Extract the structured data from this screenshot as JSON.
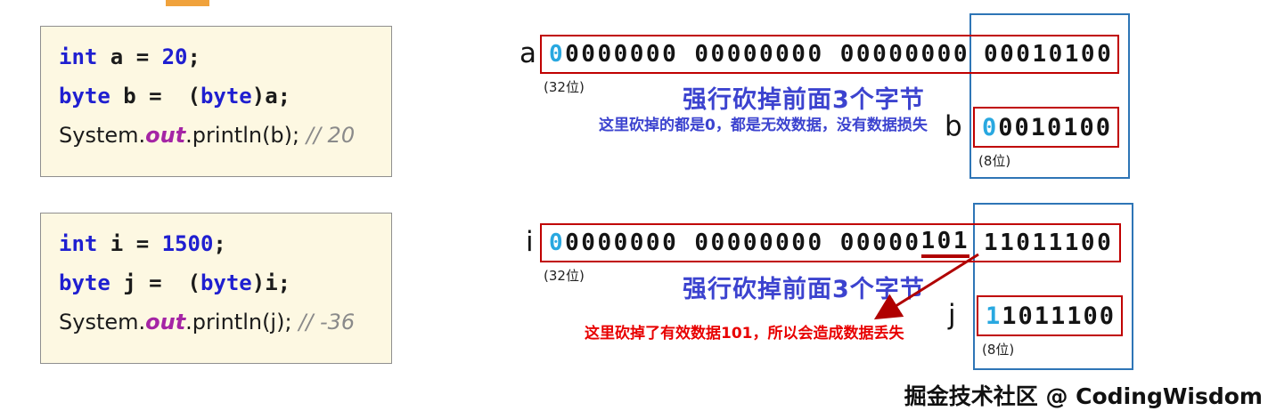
{
  "colors": {
    "keyword": "#1f1fd0",
    "number": "#1f1fd0",
    "out": "#a525a5",
    "comment": "#8a8a8a",
    "code-bg": "#fdf8e2",
    "code-border": "#8f8f8f",
    "bit-first": "#29a8e0",
    "red-box": "#c00000",
    "blue-box": "#2e75b6",
    "blue-text": "#3c43cf",
    "red-text": "#e80000",
    "underline": "#b00000"
  },
  "code_blocks": [
    {
      "lines": [
        {
          "font": "mono",
          "tokens": [
            {
              "t": "int",
              "s": "kw"
            },
            {
              "t": " a = ",
              "s": "plain"
            },
            {
              "t": "20",
              "s": "num"
            },
            {
              "t": ";",
              "s": "plain"
            }
          ]
        },
        {
          "font": "mono",
          "tokens": [
            {
              "t": "byte",
              "s": "kw"
            },
            {
              "t": " b =  (",
              "s": "plain"
            },
            {
              "t": "byte",
              "s": "kw"
            },
            {
              "t": ")a;",
              "s": "plain"
            }
          ]
        },
        {
          "font": "ui",
          "tokens": [
            {
              "t": "System.",
              "s": "sys"
            },
            {
              "t": "out",
              "s": "out"
            },
            {
              "t": ".println(b); ",
              "s": "sys"
            },
            {
              "t": "// 20",
              "s": "comment"
            }
          ]
        }
      ]
    },
    {
      "lines": [
        {
          "font": "mono",
          "tokens": [
            {
              "t": "int",
              "s": "kw"
            },
            {
              "t": " i = ",
              "s": "plain"
            },
            {
              "t": "1500",
              "s": "num"
            },
            {
              "t": ";",
              "s": "plain"
            }
          ]
        },
        {
          "font": "mono",
          "tokens": [
            {
              "t": "byte",
              "s": "kw"
            },
            {
              "t": " j =  (",
              "s": "plain"
            },
            {
              "t": "byte",
              "s": "kw"
            },
            {
              "t": ")i;",
              "s": "plain"
            }
          ]
        },
        {
          "font": "ui",
          "tokens": [
            {
              "t": "System.",
              "s": "sys"
            },
            {
              "t": "out",
              "s": "out"
            },
            {
              "t": ".println(j); ",
              "s": "sys"
            },
            {
              "t": "// -36",
              "s": "comment"
            }
          ]
        }
      ]
    }
  ],
  "diagrams": [
    {
      "var_label": "a",
      "bits": {
        "first": "0",
        "mid": "0000000 00000000 00000000",
        "underlined": "",
        "last": "00010100"
      },
      "width_label": "(32位)",
      "chop_title": "强行砍掉前面3个字节",
      "note": "这里砍掉的都是0，都是无效数据，没有数据损失",
      "result_label": "b",
      "result_bits": {
        "first": "0",
        "rest": "0010100"
      },
      "result_width_label": "(8位)"
    },
    {
      "var_label": "i",
      "bits": {
        "first": "0",
        "mid": "0000000 00000000 00000",
        "underlined": "101",
        "last": "11011100"
      },
      "width_label": "(32位)",
      "chop_title": "强行砍掉前面3个字节",
      "note": "这里砍掉了有效数据101，所以会造成数据丢失",
      "result_label": "j",
      "result_bits": {
        "first": "1",
        "rest": "1011100"
      },
      "result_width_label": "(8位)"
    }
  ],
  "watermark": "掘金技术社区 @ CodingWisdom"
}
